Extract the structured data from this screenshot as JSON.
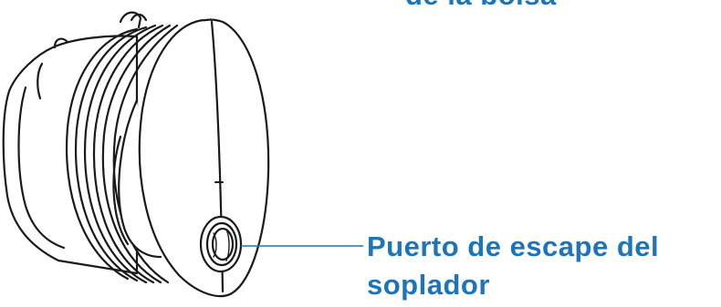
{
  "labels": {
    "top_partial": "de la bolsa",
    "port_line1": "Puerto de escape del",
    "port_line2": "soplador"
  },
  "colors": {
    "label": "#1e74b9",
    "leader_line": "#1e74b9",
    "outline": "#1a1a1a"
  }
}
